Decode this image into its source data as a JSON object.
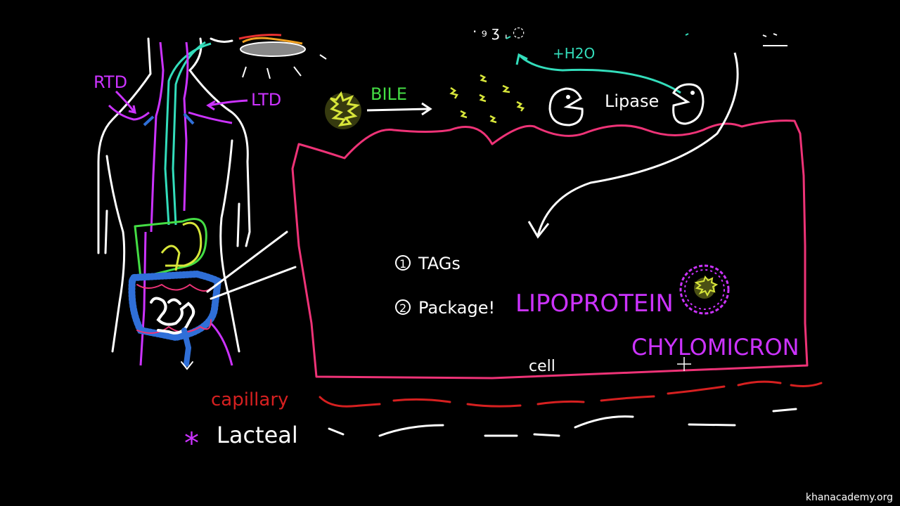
{
  "labels": {
    "rtd": "RTD",
    "ltd": "LTD",
    "bile": "BILE",
    "h2o": "+H2O",
    "lipase": "Lipase",
    "step1": "TAGs",
    "step1_num": "1",
    "step2": "Package!",
    "step2_num": "2",
    "lipoprotein": "LIPOPROTEIN",
    "chylomicron": "CHYLOMICRON",
    "cell": "cell",
    "capillary": "capillary",
    "lacteal": "Lacteal",
    "star": "*"
  },
  "watermark": "khanacademy.org",
  "colors": {
    "background": "#000000",
    "white": "#ffffff",
    "magenta": "#cc33ff",
    "pink": "#ee3377",
    "red": "#d62020",
    "yellow": "#d8e63a",
    "green": "#44dd44",
    "teal": "#33ddbb",
    "blue": "#2f6fd8",
    "orange": "#f0a020",
    "gray": "#888888"
  }
}
